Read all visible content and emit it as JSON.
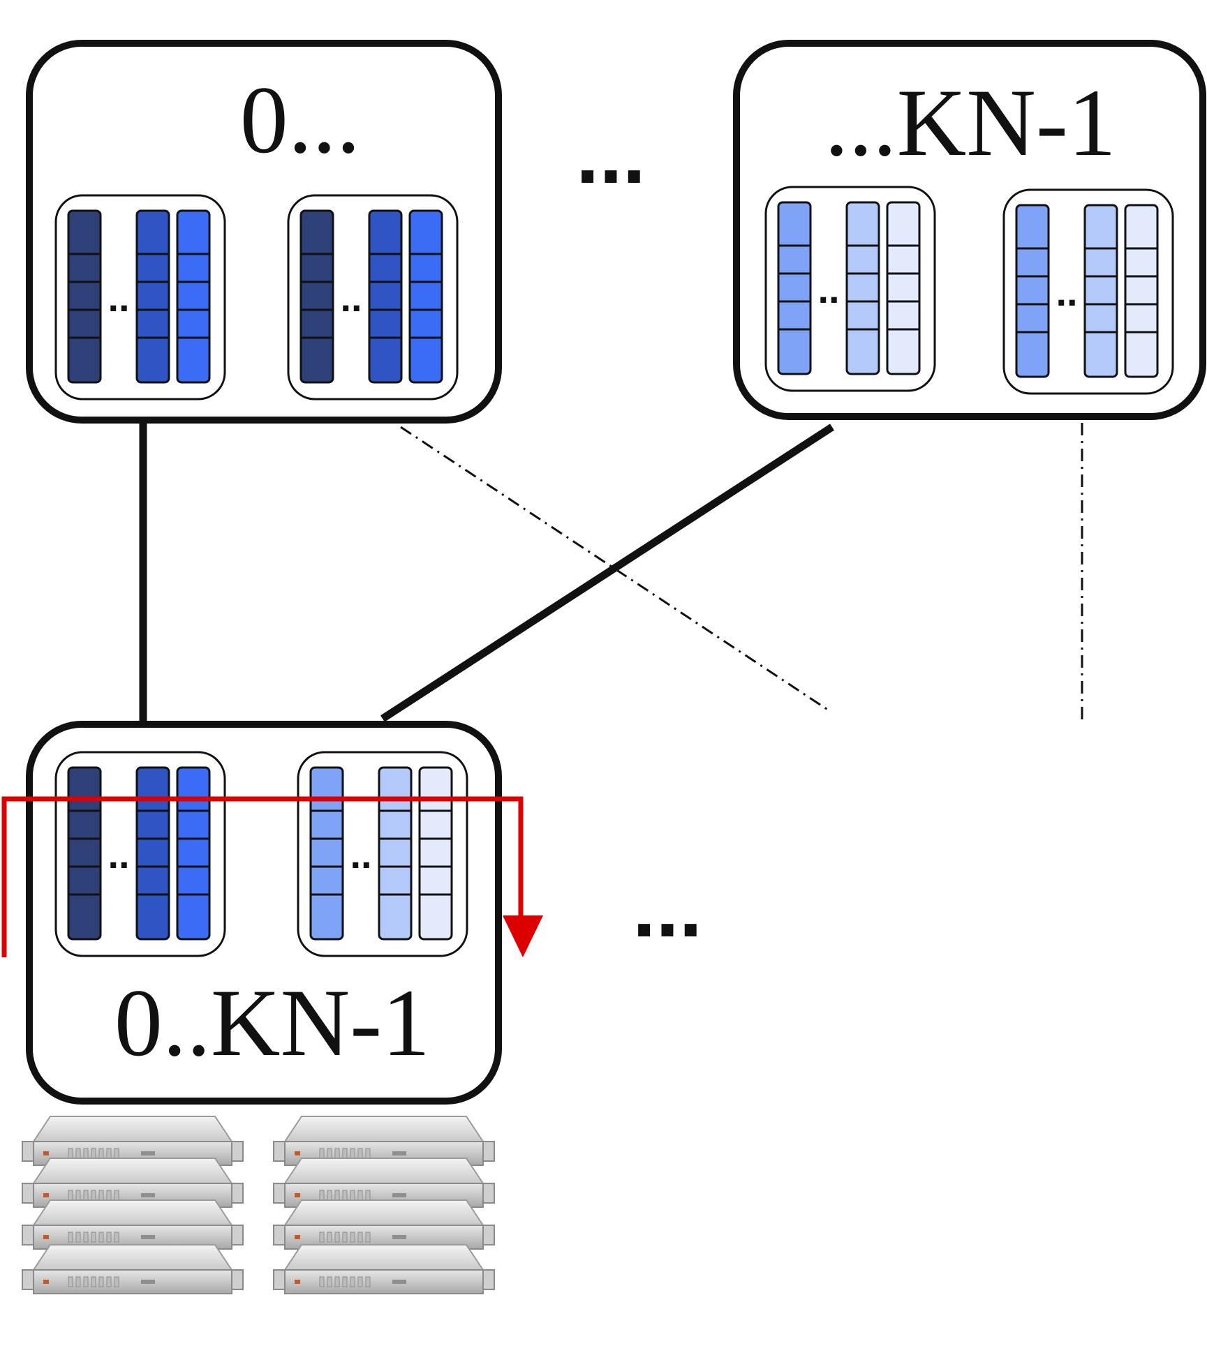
{
  "nodes": {
    "top_left": {
      "label": "0..."
    },
    "top_right": {
      "label": "...KN-1"
    },
    "bottom": {
      "label": "0..KN-1"
    }
  },
  "ellipsis": {
    "top": "...",
    "bottom": "...",
    "inner": ".."
  },
  "colors": {
    "shade_darkest": "#2d4178",
    "shade_dark": "#2f54c4",
    "shade_mid": "#3a6cf6",
    "shade_light": "#7ea3f7",
    "shade_lighter": "#b3c9fa",
    "shade_lightest": "#e2eafb",
    "route_arrow": "#dd0000",
    "outline": "#111111"
  },
  "icons": {
    "server_stack": "server-stack-icon",
    "route_arrow": "red-routing-arrow"
  }
}
